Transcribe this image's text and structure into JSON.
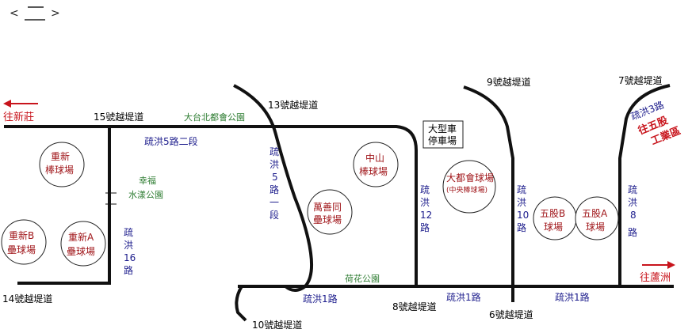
{
  "nav": {
    "prev": "<",
    "next": ">"
  },
  "zoom_icon": "minus-plus-icon",
  "colors": {
    "road": "#111111",
    "road_name": "#1c1c8c",
    "park": "#2e7d32",
    "venue": "#a0161a",
    "direction": "#c8141c"
  },
  "embankments": {
    "e15": "15號越堤道",
    "e13": "13號越堤道",
    "e9": "9號越堤道",
    "e7": "7號越堤道",
    "e14": "14號越堤道",
    "e10": "10號越堤道",
    "e8": "8號越堤道",
    "e6": "6號越堤道"
  },
  "roads": {
    "shuhong5_2": "疏洪5路二段",
    "shuhong5_1": [
      "疏",
      "洪",
      "5",
      "路",
      "一",
      "段"
    ],
    "shuhong16": [
      "疏",
      "洪",
      "16",
      "路"
    ],
    "shuhong12": [
      "疏",
      "洪",
      "12",
      "路"
    ],
    "shuhong10": [
      "疏",
      "洪",
      "10",
      "路"
    ],
    "shuhong8": [
      "疏",
      "洪",
      "8",
      "路"
    ],
    "shuhong3": "疏洪3路",
    "shuhong1_a": "疏洪1路",
    "shuhong1_b": "疏洪1路",
    "shuhong1_c": "疏洪1路"
  },
  "parks": {
    "metropolitan": "大台北都會公園",
    "xingfu": [
      "幸福",
      "水漾公園"
    ],
    "lotus": "荷花公園"
  },
  "parking": [
    "大型車",
    "停車場"
  ],
  "venues": {
    "chongxin": [
      "重新",
      "棒球場"
    ],
    "chongxin_b": [
      "重新B",
      "壘球場"
    ],
    "chongxin_a": [
      "重新A",
      "壘球場"
    ],
    "zhongshan": [
      "中山",
      "棒球場"
    ],
    "wanshantong": [
      "萬善同",
      "壘球場"
    ],
    "dadouhui": [
      "大都會球場",
      "(中央棒球場)"
    ],
    "wugu_b": [
      "五股B",
      "球場"
    ],
    "wugu_a": [
      "五股A",
      "球場"
    ]
  },
  "directions": {
    "xinzhuang": "往新莊",
    "luzhou": "往蘆洲",
    "wugu_industrial": [
      "往五股",
      "工業區"
    ]
  }
}
